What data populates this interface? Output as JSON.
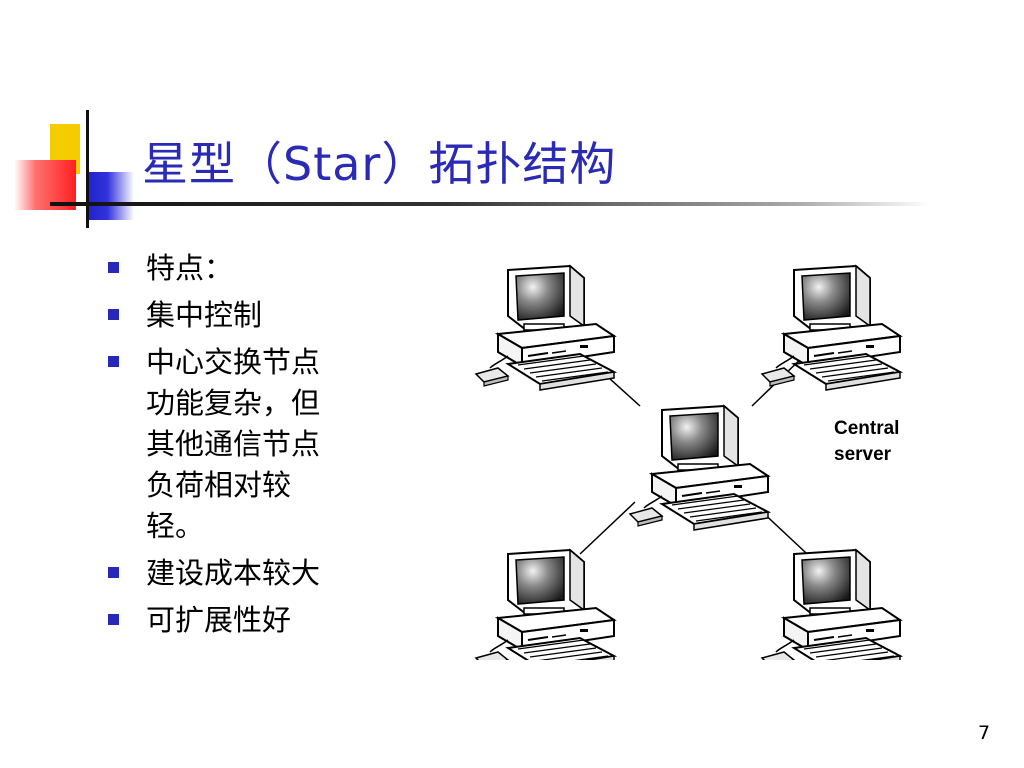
{
  "slide": {
    "title": "星型（Star）拓扑结构",
    "bullets": [
      "特点：",
      "集中控制",
      "中心交换节点功能复杂，但其他通信节点负荷相对较轻。",
      "建设成本较大",
      "可扩展性好"
    ],
    "diagram_label": [
      "Central",
      "server"
    ],
    "page_number": "7"
  },
  "colors": {
    "title": "#2a2ab5",
    "bullet_marker": "#2828b8",
    "accent_yellow": "#f5cc00",
    "accent_red": "#ff2020",
    "accent_blue": "#2020cc"
  },
  "icons": {
    "computer": "desktop-computer-icon"
  }
}
